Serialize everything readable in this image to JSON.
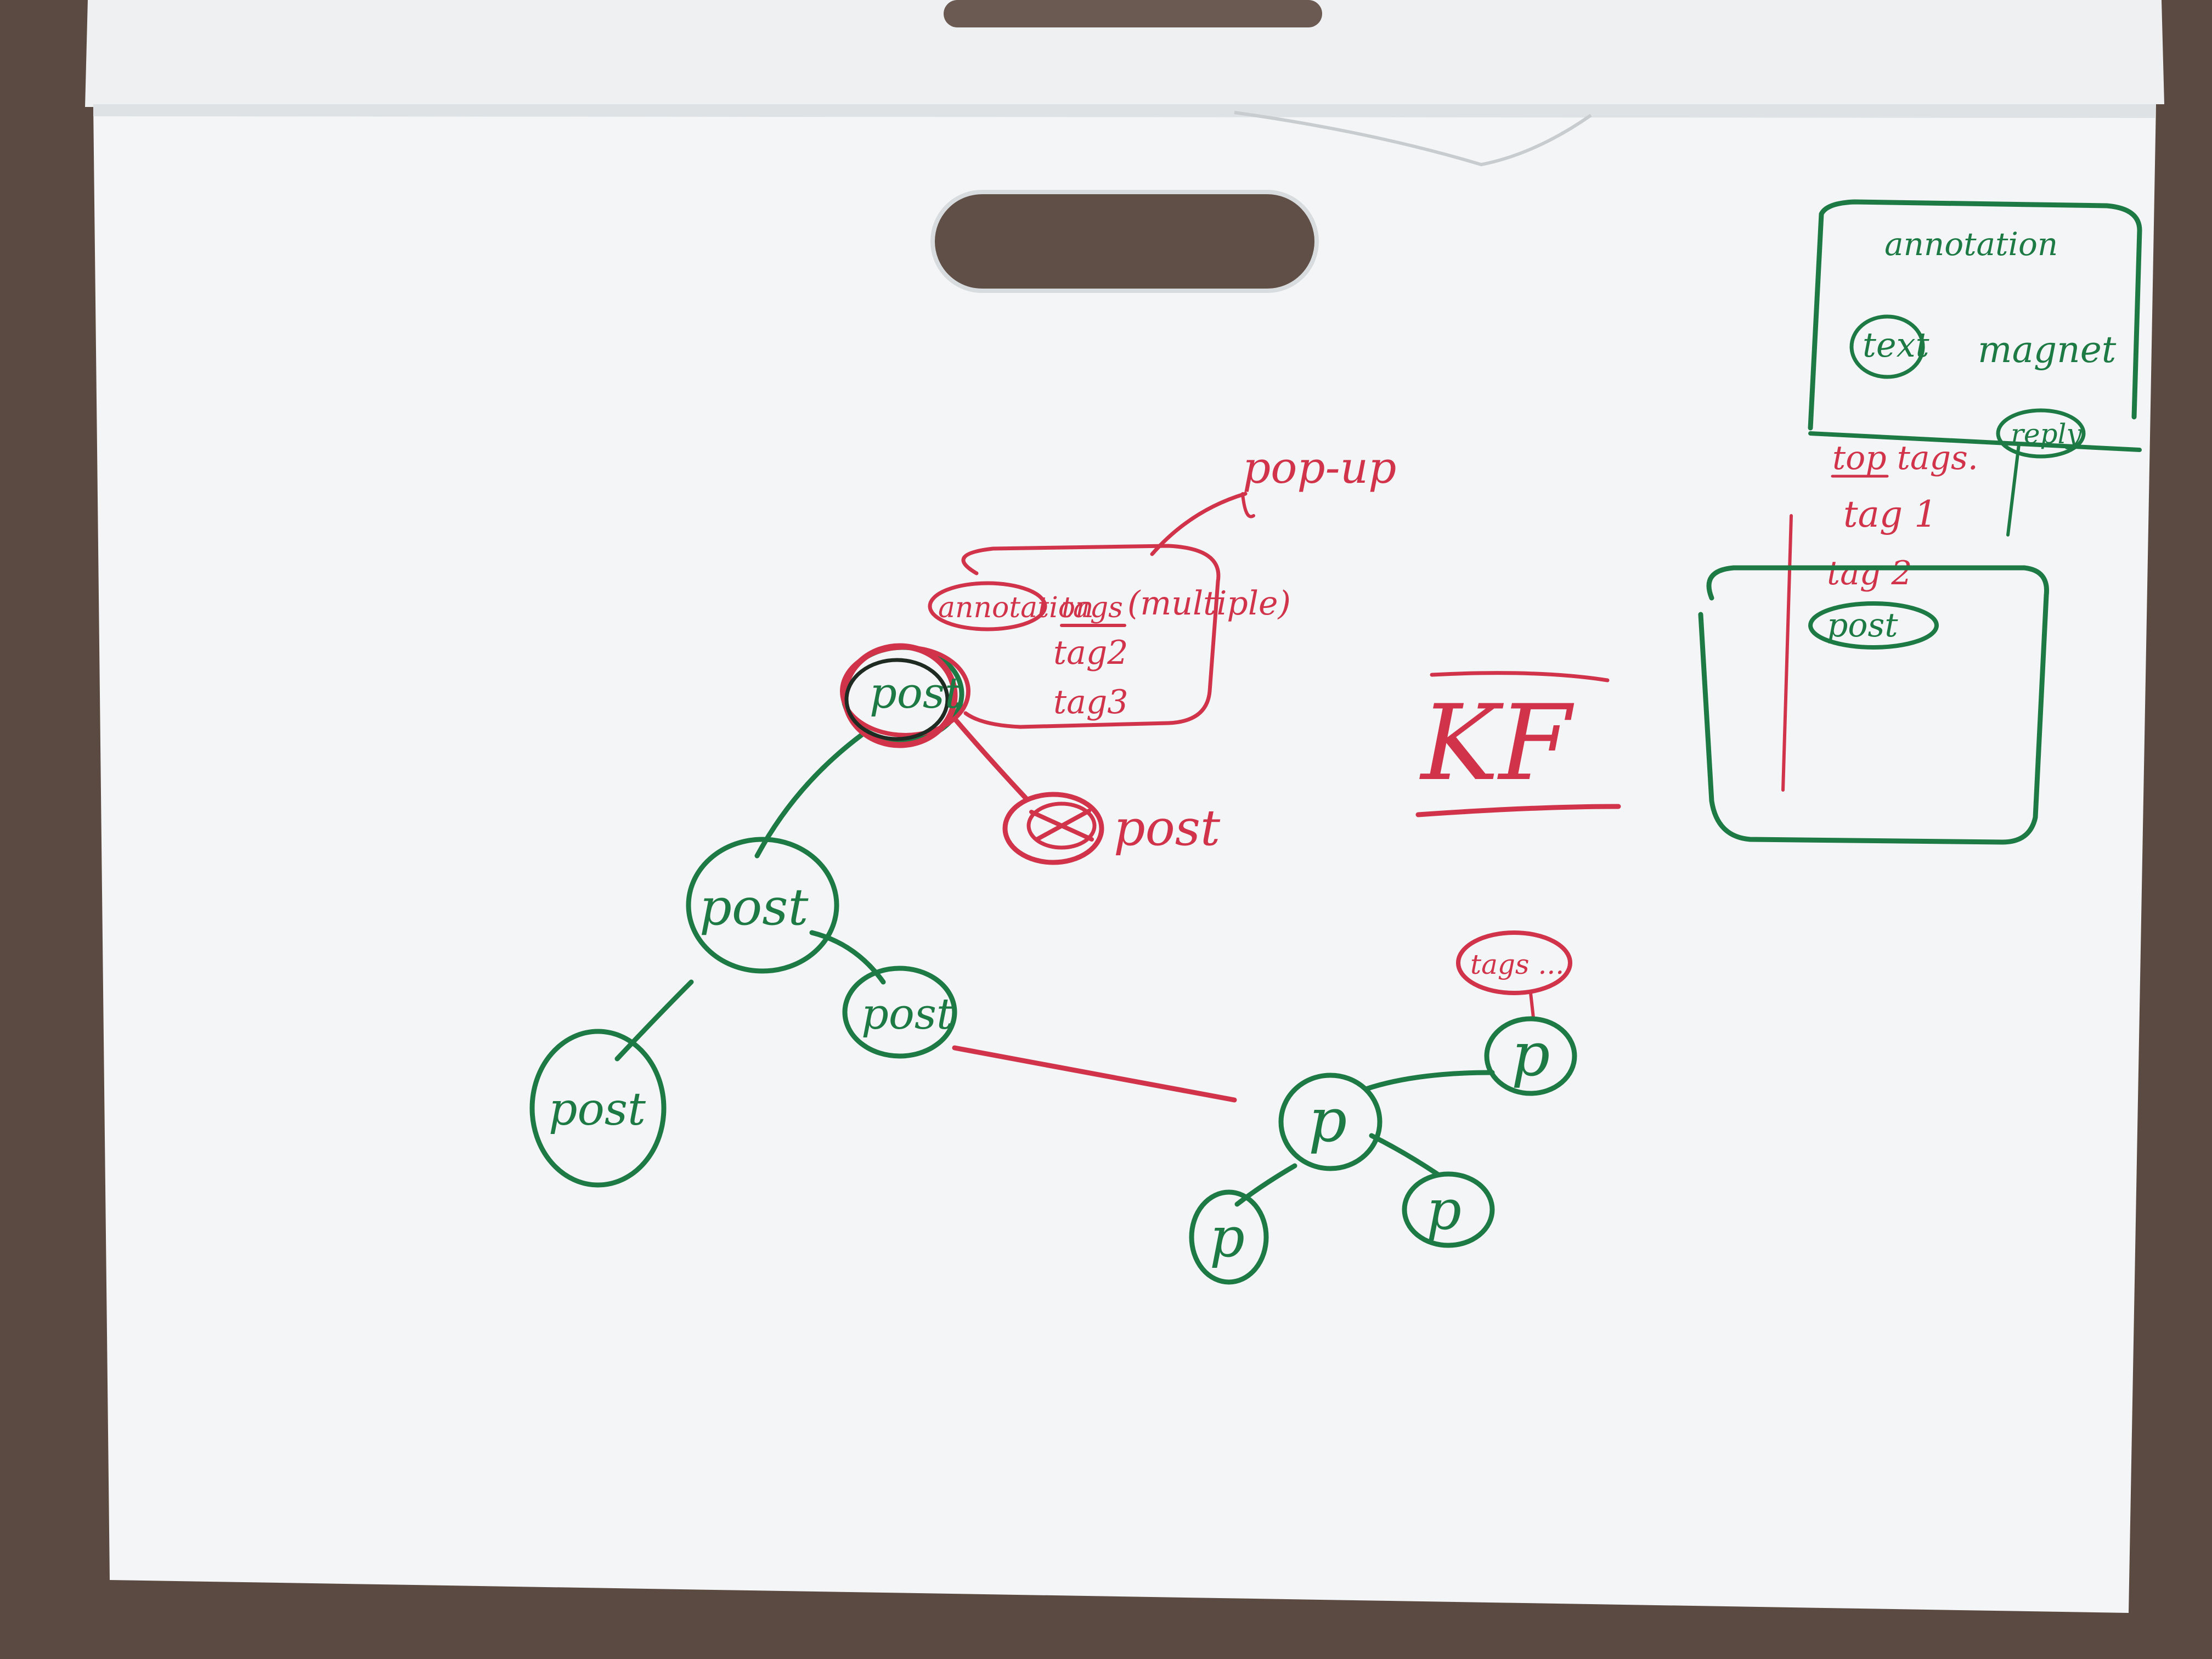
{
  "colors": {
    "green_marker": "#1e7a45",
    "red_marker": "#d0334a",
    "paper": "#f3f5f6",
    "table": "#5a4a42"
  },
  "tree_left": {
    "top_post": "post",
    "red_post": "post",
    "mid_post": "post",
    "right_post": "post",
    "bottom_post": "post"
  },
  "popup": {
    "title_annotation": "annotation",
    "title_tags": "tags",
    "title_multiple": "(multiple)",
    "tag2": "tag2",
    "tag3": "tag3",
    "pointer_label": "pop-up"
  },
  "center_label": "KF",
  "tree_right": {
    "tags_bubble": "tags ...",
    "node_p": "p"
  },
  "sidebar": {
    "heading": "annotation",
    "text_word": "text",
    "magnet_word": "magnet",
    "reply_word": "reply",
    "top_tags": "top tags.",
    "tag1": "tag 1",
    "tag2": "tag 2",
    "post_word": "post"
  }
}
